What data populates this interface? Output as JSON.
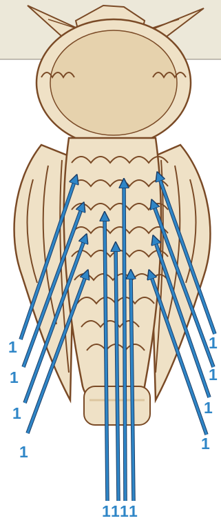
{
  "figure": {
    "colors": {
      "background": "#ffffff",
      "header_band": "#ece8d9",
      "wood_face": "#efe1c6",
      "wood_shade": "#dcc6a0",
      "wood_edge": "#7a4a26",
      "arrow": "#2f86c7",
      "arrow_outline": "#1b3d66"
    },
    "callouts": [
      {
        "id": "left-1",
        "label": "1"
      },
      {
        "id": "left-2",
        "label": "1"
      },
      {
        "id": "left-3",
        "label": "1"
      },
      {
        "id": "left-4",
        "label": "1"
      },
      {
        "id": "right-1",
        "label": "1"
      },
      {
        "id": "right-2",
        "label": "1"
      },
      {
        "id": "right-3",
        "label": "1"
      },
      {
        "id": "right-4",
        "label": "1"
      },
      {
        "id": "bottom-1",
        "label": "1"
      },
      {
        "id": "bottom-2",
        "label": "1"
      },
      {
        "id": "bottom-3",
        "label": "1"
      },
      {
        "id": "bottom-4",
        "label": "1"
      }
    ]
  }
}
